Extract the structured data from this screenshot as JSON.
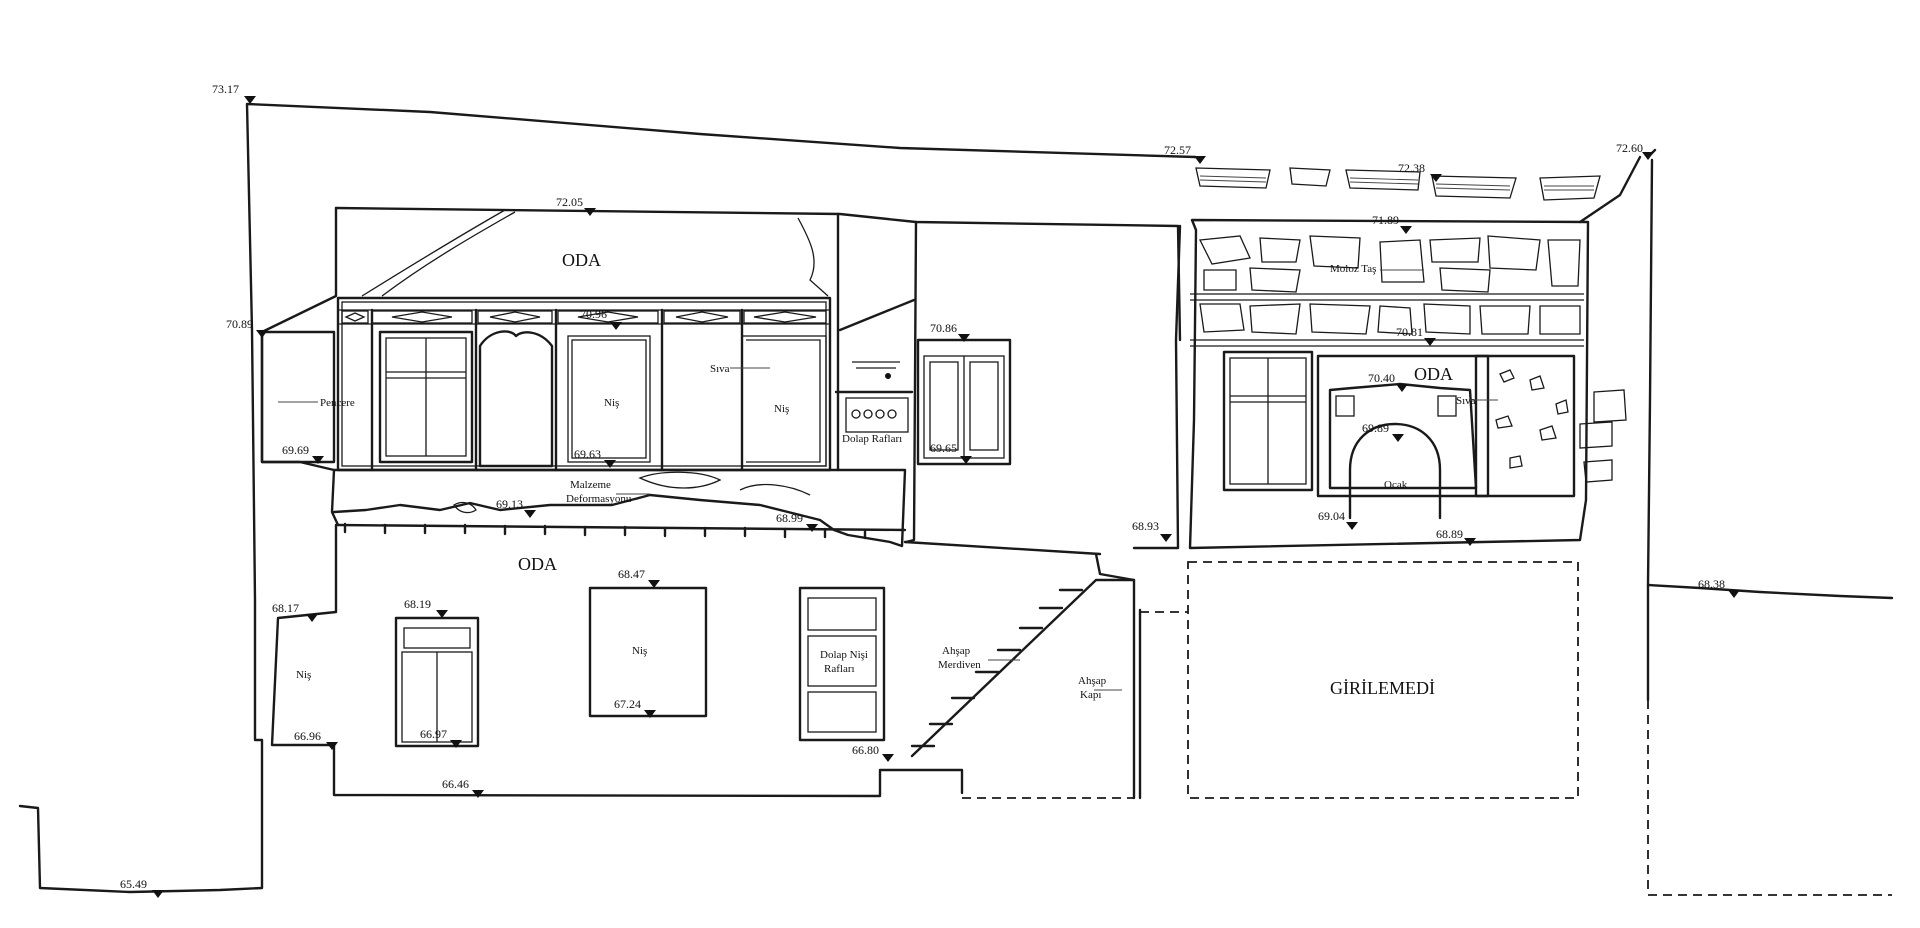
{
  "rooms": {
    "upper_left": "ODA",
    "lower_left": "ODA",
    "upper_right": "ODA",
    "not_entered": "GİRİLEMEDİ"
  },
  "labels": {
    "pencere": "Pencere",
    "nis_upper_1": "Niş",
    "nis_upper_2": "Niş",
    "siva_left": "Sıva",
    "dolap_raflari": "Dolap Rafları",
    "malzeme_1": "Malzeme",
    "malzeme_2": "Deformasyonu",
    "nis_lower_left": "Niş",
    "nis_lower_mid": "Niş",
    "dolap_nisi_1": "Dolap Nişi",
    "dolap_nisi_2": "Rafları",
    "ahsap_merdiven_1": "Ahşap",
    "ahsap_merdiven_2": "Merdiven",
    "ahsap_kapi_1": "Ahşap",
    "ahsap_kapi_2": "Kapı",
    "moloz_tas": "Moloz Taş",
    "siva_right": "Sıva",
    "ocak": "Ocak"
  },
  "elevations": {
    "e7317": "73.17",
    "e7257": "72.57",
    "e7238": "72.38",
    "e7260": "72.60",
    "e7205": "72.05",
    "e7189": "71.89",
    "e7089": "70.89",
    "e7096": "70.96",
    "e7086": "70.86",
    "e7081": "70.81",
    "e7040": "70.40",
    "e6989": "69.89",
    "e6969": "69.69",
    "e6963": "69.63",
    "e6965": "69.65",
    "e6913": "69.13",
    "e6899": "68.99",
    "e6893": "68.93",
    "e6904": "69.04",
    "e6889": "68.89",
    "e6847": "68.47",
    "e6838": "68.38",
    "e6819": "68.19",
    "e6817": "68.17",
    "e6724": "67.24",
    "e6697": "66.97",
    "e6696": "66.96",
    "e6680": "66.80",
    "e6646": "66.46",
    "e6549": "65.49"
  }
}
